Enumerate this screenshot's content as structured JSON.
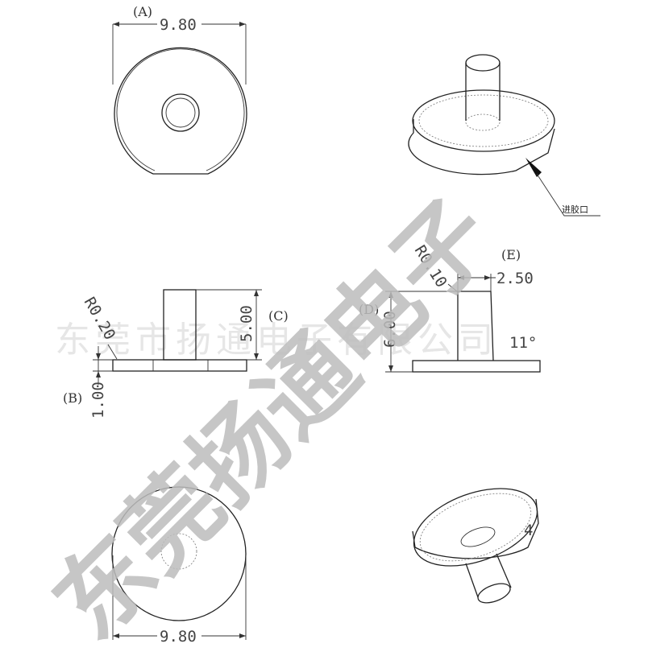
{
  "views": {
    "top": {
      "label": "(A)",
      "dimension": "9.80"
    },
    "bottom": {
      "dimension": "9.80"
    },
    "side_left": {
      "label_b": "(B)",
      "label_c": "(C)",
      "radius": "R0.20",
      "flange_thickness": "1.00",
      "height": "5.00"
    },
    "side_right": {
      "label_d": "(D)",
      "label_e": "(E)",
      "radius": "R0.10",
      "pin_diameter": "2.50",
      "height": "6.00",
      "angle": "11°"
    },
    "iso_top": {
      "gate_note": "进胶口"
    },
    "iso_bottom": {
      "marker": "4"
    }
  },
  "watermark": {
    "company_line": "东莞市扬通电子有限公司",
    "diagonal": "东莞扬通电子"
  }
}
